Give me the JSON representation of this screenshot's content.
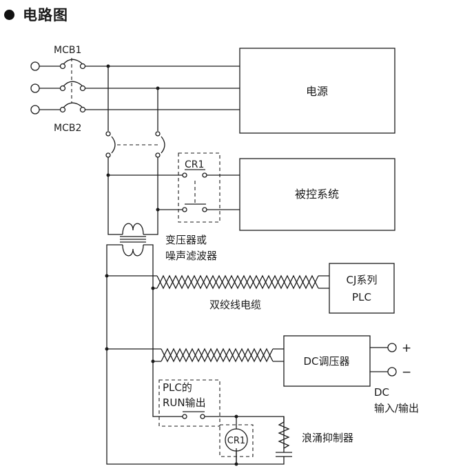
{
  "heading": {
    "title": "电路图"
  },
  "labels": {
    "mcb1": "MCB1",
    "mcb2": "MCB2",
    "cr1": "CR1",
    "transformer_line1": "变压器或",
    "transformer_line2": "噪声滤波器",
    "twisted_cable": "双绞线电缆",
    "plc_run_line1": "PLC的",
    "plc_run_line2": "RUN输出",
    "cr1_coil": "CR1",
    "surge_suppressor": "浪涌抑制器",
    "plus": "+",
    "minus": "−",
    "dc_io_line1": "DC",
    "dc_io_line2": "输入/输出"
  },
  "boxes": {
    "power_supply": "电源",
    "controlled_system": "被控系统",
    "plc_line1": "CJ系列",
    "plc_line2": "PLC",
    "dc_regulator": "DC调压器"
  }
}
